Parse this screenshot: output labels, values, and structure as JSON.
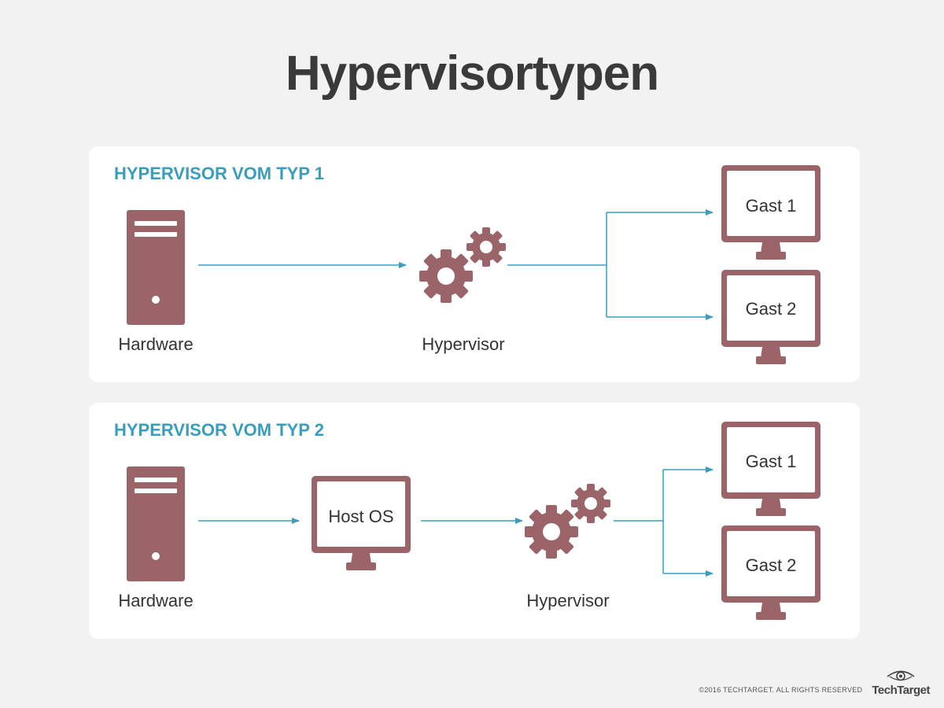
{
  "title": "Hypervisortypen",
  "colors": {
    "background": "#f2f2f2",
    "panel": "#ffffff",
    "accent": "#3a9dbb",
    "icon": "#9b6469",
    "text": "#333333"
  },
  "type1": {
    "heading": "HYPERVISOR VOM TYP 1",
    "hardware_label": "Hardware",
    "hypervisor_label": "Hypervisor",
    "guests": [
      "Gast 1",
      "Gast 2"
    ]
  },
  "type2": {
    "heading": "HYPERVISOR VOM TYP 2",
    "hardware_label": "Hardware",
    "host_os_label": "Host OS",
    "hypervisor_label": "Hypervisor",
    "guests": [
      "Gast 1",
      "Gast 2"
    ]
  },
  "footer": {
    "copyright": "©2016 TECHTARGET. ALL RIGHTS RESERVED",
    "brand": "TechTarget",
    "brand_icon": "eye-icon"
  }
}
